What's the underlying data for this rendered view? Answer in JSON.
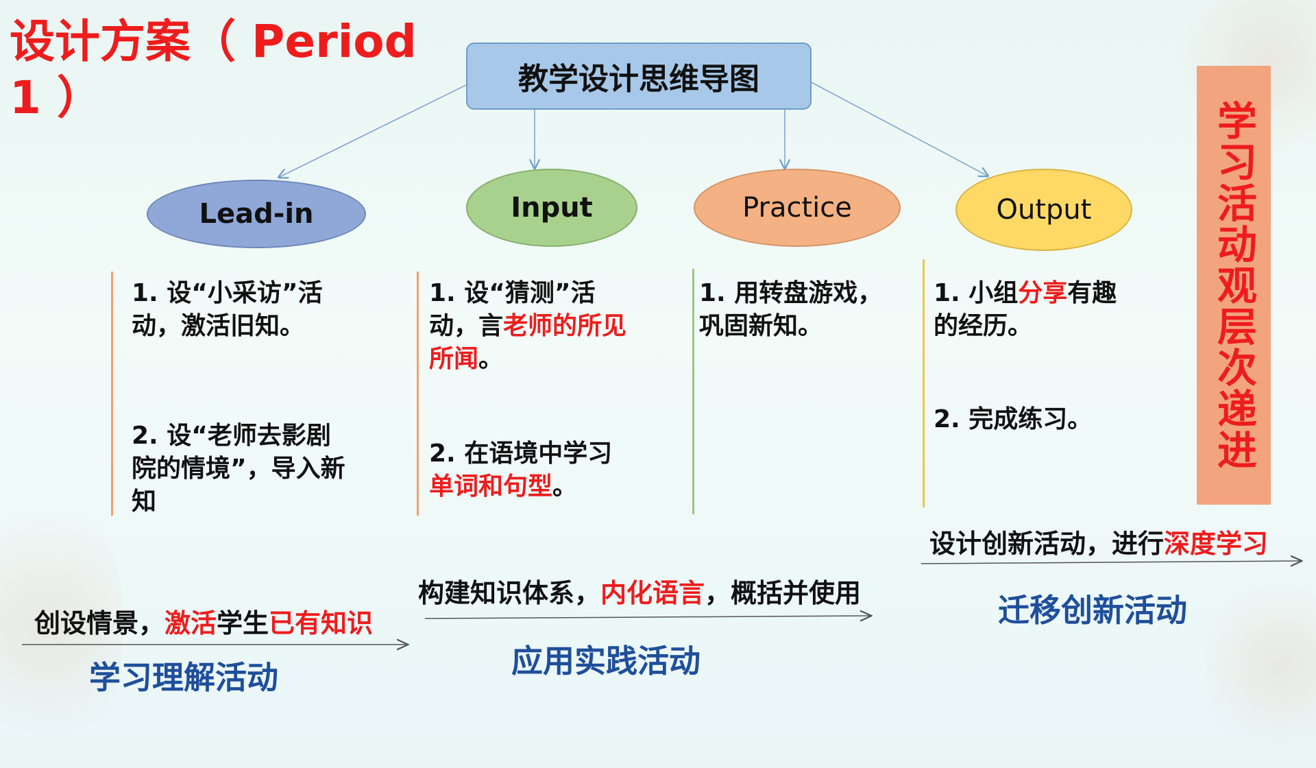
{
  "title": "设计方案（ Period 1 ）",
  "root": "教学设计思维导图",
  "nodes": [
    {
      "label": "Lead-in",
      "color": "#8fa8d8",
      "bold": true
    },
    {
      "label": "Input",
      "color": "#a9d18e",
      "bold": true
    },
    {
      "label": "Practice",
      "color": "#f4b183",
      "bold": false
    },
    {
      "label": "Output",
      "color": "#ffd966",
      "bold": false
    }
  ],
  "columns": {
    "leadin": {
      "p1": "1. 设“小采访”活动，激活旧知。",
      "p2": "2. 设“老师去影剧院的情境”，导入新知"
    },
    "input": {
      "p1_a": "1. 设“猜测”活动，言",
      "p1_red": "老师的所见所闻",
      "p1_b": "。",
      "p2_a": "2. 在语境中学习",
      "p2_red": "单词和句型",
      "p2_b": "。"
    },
    "practice": {
      "p1": "1. 用转盘游戏，巩固新知。"
    },
    "output": {
      "p1_a": "1. 小组",
      "p1_red": "分享",
      "p1_b": "有趣的经历。",
      "p2": "2. 完成练习。"
    }
  },
  "bands": {
    "b1": {
      "t1": "创设情景，",
      "t2": "激活",
      "t3": "学生",
      "t4": "已有知识",
      "label": "学习理解活动"
    },
    "b2": {
      "t1": "构建知识体系，",
      "t2": "内化语言",
      "t3": "，概括并使用",
      "label": "应用实践活动"
    },
    "b3": {
      "t1": "设计创新活动，进行",
      "t2": "深度学习",
      "label": "迁移创新活动"
    }
  },
  "side_label": "学习活动观层次递进",
  "colors": {
    "red": "#ee1c1c",
    "blue_label": "#1f4f9a",
    "side_bg": "#f2a47e",
    "root_bg": "#a7c8e8"
  }
}
